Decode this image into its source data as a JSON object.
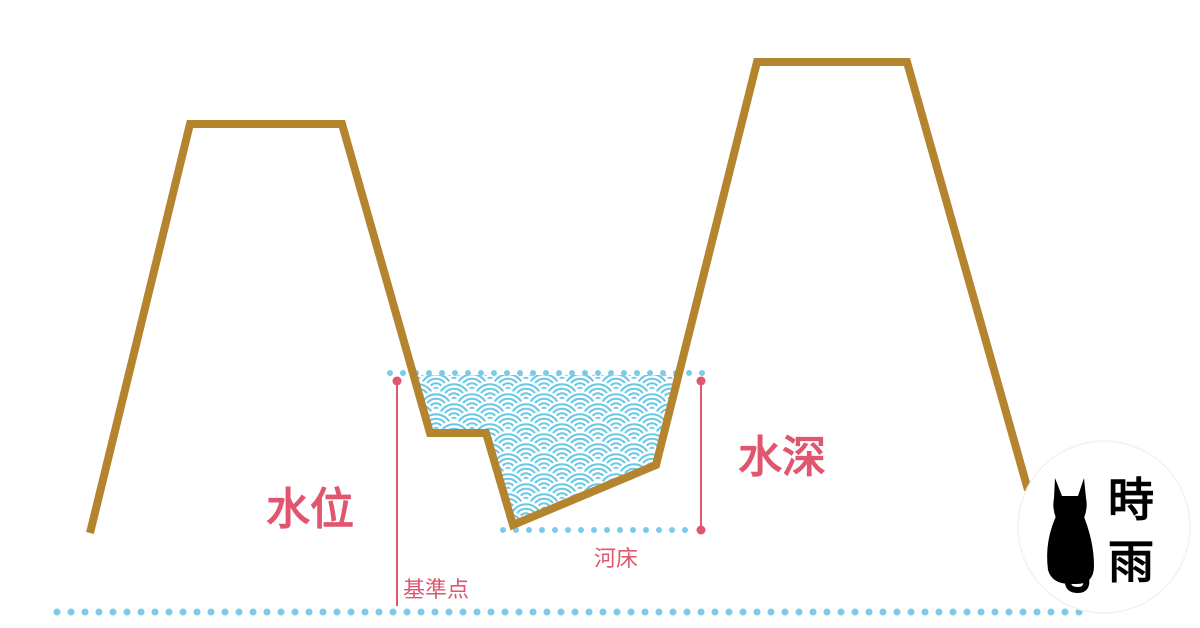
{
  "labels": {
    "water_level": "水位",
    "water_depth": "水深",
    "riverbed": "河床",
    "datum_point": "基準点"
  },
  "logo": {
    "line1": "時",
    "line2": "雨",
    "icon": "cat-silhouette-icon"
  },
  "colors": {
    "embankment": "#b5842f",
    "water": "#66c8e4",
    "wave_line": "#ffffff",
    "dotted_line": "#7ccaea",
    "measure_line": "#e0566f",
    "label_text": "#e0566f",
    "logo_bg": "#ffffff",
    "logo_border": "#f0f0f0",
    "logo_fg": "#000000"
  }
}
